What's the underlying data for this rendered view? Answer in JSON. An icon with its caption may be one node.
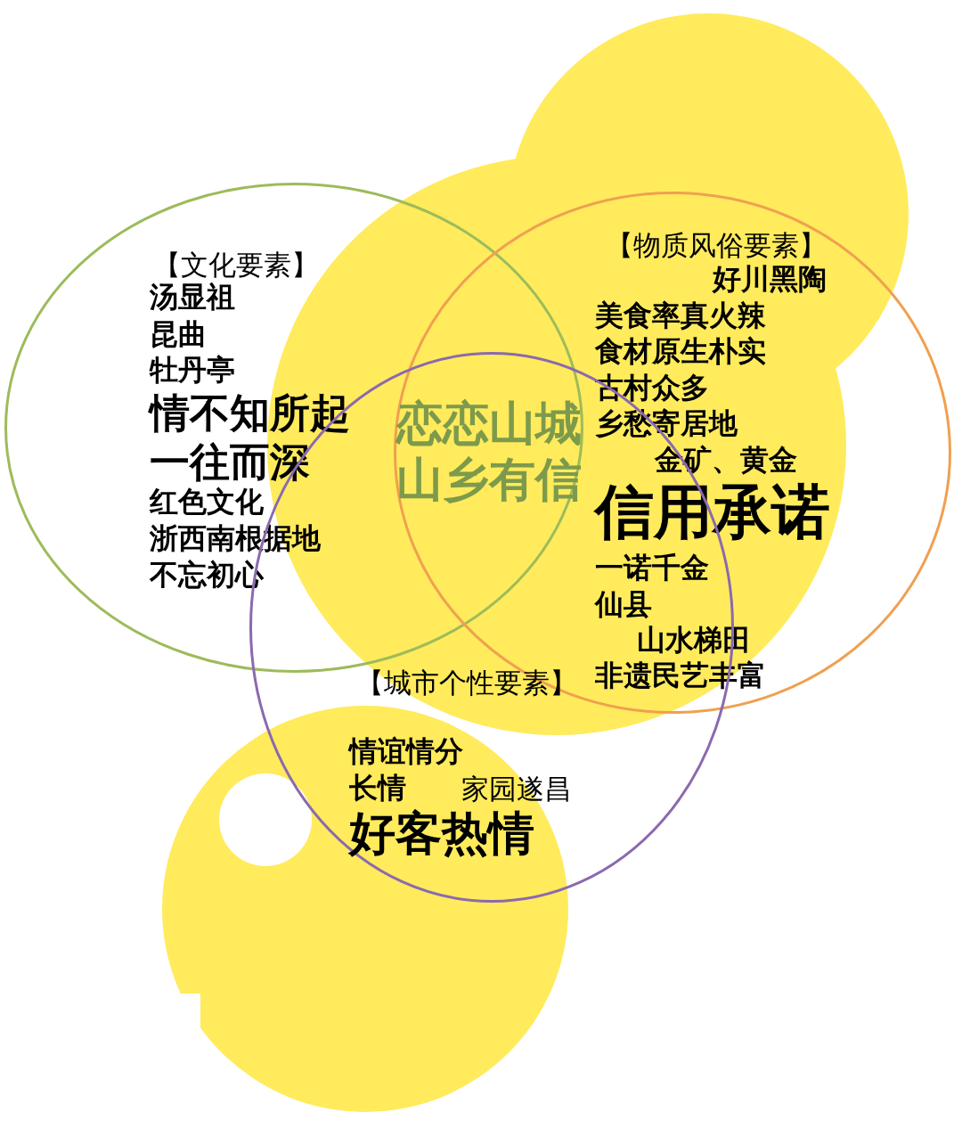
{
  "diagram": {
    "nodes": [
      {
        "text": [
          "【文化要素】",
          "汤显祖",
          "昆曲",
          "牡丹亭",
          "情不知所起",
          "一往而深",
          "红色文化",
          "浙西南根据地",
          "不忘初心"
        ]
      },
      {
        "text": [
          "【物质风俗要素】",
          "好川黑陶",
          "美食率真火辣",
          "食材原生朴实",
          "古村众多",
          "乡愁寄居地",
          "金矿、黄金",
          "信用承诺",
          "一诺千金",
          "仙县",
          "山水梯田",
          "非遗民艺丰富"
        ]
      },
      {
        "text": [
          "【城市个性要素】",
          "情谊情分",
          "长情",
          "家园遂昌",
          "好客热情"
        ]
      }
    ],
    "labels": [
      "恋恋山城",
      "山乡有信"
    ]
  }
}
